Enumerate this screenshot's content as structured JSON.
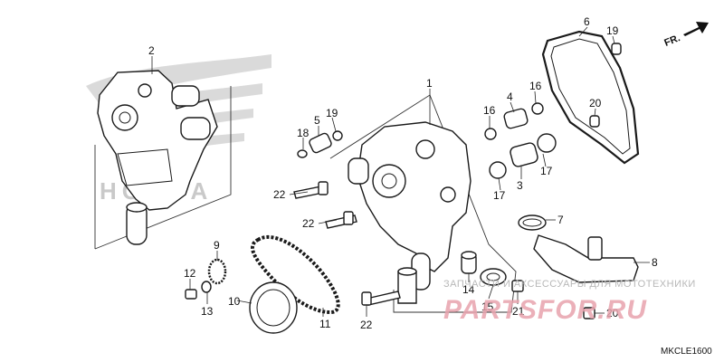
{
  "diagram_code": "MKCLE1600",
  "direction_label": "FR.",
  "watermark": {
    "caption": "ЗАПЧАСТИ И АКСЕССУАРЫ ДЛЯ МОТОТЕХНИКИ",
    "logo": "PARTSFOR.RU"
  },
  "background_logo": "HONDA",
  "callouts": [
    "1",
    "2",
    "4",
    "5",
    "6",
    "7",
    "8",
    "9",
    "10",
    "11",
    "12",
    "13",
    "14",
    "15",
    "16",
    "16",
    "17",
    "17",
    "18",
    "18",
    "19",
    "19",
    "20",
    "21",
    "22",
    "22",
    "22"
  ]
}
